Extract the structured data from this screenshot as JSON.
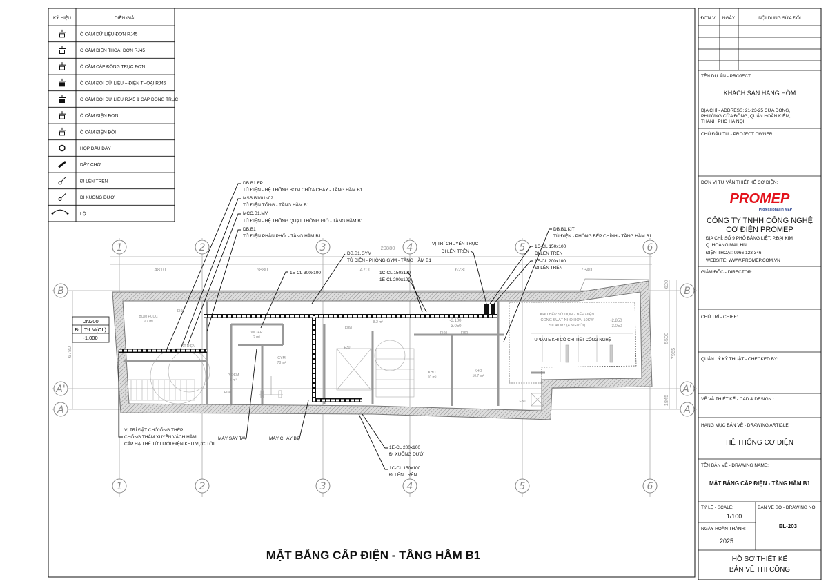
{
  "legend": {
    "header_symbol": "KÝ HIỆU",
    "header_desc": "DIỄN GIẢI",
    "items": [
      {
        "icon": "data-outlet-icon",
        "label": "Ô CẮM DỮ LIỆU ĐƠN RJ45"
      },
      {
        "icon": "phone-outlet-icon",
        "label": "Ô CẮM ĐIỆN THOẠI ĐƠN RJ45"
      },
      {
        "icon": "coax-outlet-icon",
        "label": "Ô CẮM CÁP ĐỒNG TRỤC ĐƠN"
      },
      {
        "icon": "double-data-phone-outlet-icon",
        "label": "Ô CẮM ĐÔI DỮ LIỆU + ĐIỆN THOẠI RJ45"
      },
      {
        "icon": "double-data-coax-outlet-icon",
        "label": "Ô CẮM ĐÔI DỮ LIỆU RJ45 & CÁP ĐỒNG TRỤC"
      },
      {
        "icon": "single-power-outlet-icon",
        "label": "Ô CẮM ĐIỆN ĐƠN"
      },
      {
        "icon": "double-power-outlet-icon",
        "label": "Ô CẮM ĐIỆN ĐÔI"
      },
      {
        "icon": "junction-box-icon",
        "label": "HỘP ĐẦU DÂY"
      },
      {
        "icon": "cable-stub-icon",
        "label": "DÂY CHỜ"
      },
      {
        "icon": "riser-up-icon",
        "label": "ĐI LÊN TRÊN"
      },
      {
        "icon": "riser-down-icon",
        "label": "ĐI XUỐNG DƯỚI"
      },
      {
        "icon": "circuit-arc-icon",
        "label": "LỘ"
      }
    ]
  },
  "grid": {
    "columns": [
      "1",
      "2",
      "3",
      "4",
      "5",
      "6"
    ],
    "rows": [
      "B",
      "A'",
      "A"
    ],
    "dims_top": [
      "4810",
      "5880",
      "29880",
      "4700",
      "6230",
      "7340"
    ],
    "dim_left": "6780",
    "dims_right": [
      "620",
      "5500",
      "7965",
      "1845"
    ]
  },
  "pipe_tag": {
    "size": "DN200",
    "code_a": "Đ",
    "code_b": "T-LM(OL)",
    "level": "-1.000"
  },
  "annotations": {
    "fp": [
      "DB.B1.FP",
      "TỦ ĐIỆN - HỆ THỐNG BƠM CHỮA CHÁY - TẦNG HẦM B1"
    ],
    "msb": [
      "MSB.B1/01~02",
      "TỦ ĐIỆN TỔNG - TẦNG HẦM B1"
    ],
    "mcc": [
      "MCC.B1.MV",
      "TỦ ĐIỆN - HỆ THỐNG QUẠT THÔNG GIÓ - TẦNG HẦM B1"
    ],
    "db": [
      "DB.B1",
      "TỦ ĐIỆN PHÂN PHỐI - TẦNG HẦM B1"
    ],
    "gym": [
      "DB.B1.GYM",
      "TỦ ĐIỆN - PHÒNG GYM - TẦNG HẦM B1"
    ],
    "kit": [
      "DB.B1.KIT",
      "TỦ ĐIỆN - PHÒNG BẾP CHÍNH - TẦNG HẦM B1"
    ],
    "tray300": "1E-CL 300x100",
    "tray_pair": [
      "1C-CL 150x100",
      "1E-CL 200x100"
    ],
    "riser_pos": [
      "VỊ TRÍ CHUYỂN TRỤC",
      "ĐI LÊN TRÊN"
    ],
    "riser_top": [
      "1C-CL 150x100",
      "ĐI LÊN TRÊN",
      "1E-CL 200x100",
      "ĐI LÊN TRÊN"
    ],
    "sleeve": [
      "VỊ TRÍ ĐẶT CHỜ ỐNG THÉP",
      "CHỐNG THẤM XUYÊN VÁCH HẦM",
      "CÁP HẠ THẾ TỪ LƯỚI ĐIỆN KHU VỰC TỚI"
    ],
    "hand_dryer": "MÁY SẤY TAY",
    "treadmill": "MÁY CHẠY BỘ",
    "riser_bottom": [
      "1E-CL 200x100",
      "ĐI XUỐNG DƯỚI",
      "1C-CL 150x100",
      "ĐI LÊN TRÊN"
    ]
  },
  "rooms": {
    "pump": [
      "BƠM PCCC",
      "9.7 m²"
    ],
    "wc": [
      "WC-ER",
      "2 m²"
    ],
    "lobby": [
      "P. ĐỆM",
      "3 m²"
    ],
    "gym": [
      "GYM",
      "78 m²"
    ],
    "hall": "8.2 m²",
    "store1": [
      "KHO",
      "10 m²"
    ],
    "store2": [
      "KHO",
      "10.7 m²"
    ],
    "elec": "KT ĐIỆN",
    "door_e160": "EI60",
    "door_e30": "E30",
    "kitchen": [
      "KHU BẾP SỬ DỤNG BẾP ĐIỆN",
      "CÔNG SUẤT NHỎ HƠN 10KW",
      "S= 40 M2 (4 NGƯỜI)"
    ],
    "kitchen_note": "UPDATE KHI CÓ CHI TIẾT CÔNG NGHỆ",
    "level_kitchen": [
      "-2.850",
      "-3.050"
    ],
    "level_hall": [
      "-3.100",
      "-3.050"
    ]
  },
  "drawing_title": "MẶT BẰNG CẤP ĐIỆN - TẦNG HẦM B1",
  "title_block": {
    "rev_headers": [
      "ĐƠN VỊ",
      "NGÀY",
      "NỘI DUNG SỬA ĐỔI"
    ],
    "project_label": "TÊN DỰ ÁN - PROJECT:",
    "project_name": "KHÁCH SẠN HÀNG HÒM",
    "address": [
      "ĐỊA CHỈ - ADDRESS: 21-23-25 CỬA ĐÔNG,",
      "PHƯỜNG CỬA ĐÔNG, QUẬN HOÀN KIẾM,",
      "THÀNH PHỐ HÀ NỘI"
    ],
    "owner_label": "CHỦ ĐẦU TƯ - PROJECT OWNER:",
    "consultant_label": "ĐƠN VỊ TƯ VẤN THIẾT KẾ CƠ ĐIỆN:",
    "logo_text": "PROMEP",
    "logo_tagline": "Professional in MEP",
    "company": [
      "CÔNG TY TNHH CÔNG NGHỆ",
      "CƠ ĐIỆN PROMEP"
    ],
    "company_info": [
      "ĐỊA CHỈ: SỐ 9 PHỐ BẰNG LIỆT, P.ĐẠI KIM",
      "Q. HOÀNG MAI, HN",
      "ĐIỆN THOẠI: 0966 123 346",
      "WEBSITE: WWW.PROMEP.COM.VN"
    ],
    "director_label": "GIÁM ĐỐC - DIRECTOR:",
    "chief_label": "CHỦ TRÌ - CHIEF:",
    "checked_label": "QUẢN LÝ KỸ THUẬT - CHECKED BY:",
    "cad_label": "VẼ VÀ THIẾT KẾ - CAD & DESIGN :",
    "article_label": "HẠNG MỤC BẢN VẼ - DRAWING ARTICLE:",
    "article": "HỆ THỐNG CƠ ĐIỆN",
    "name_label": "TÊN BẢN VẼ - DRAWING NAME:",
    "name": "MẶT BẰNG CẤP ĐIỆN - TẦNG HẦM B1",
    "scale_label": "TỶ LỆ - SCALE:",
    "scale": "1/100",
    "drawing_no_label": "BẢN VẼ SỐ - DRAWING NO:",
    "drawing_no": "EL-203",
    "date_label": "NGÀY HOÀN THÀNH:",
    "date": "2025",
    "stage": [
      "HỒ SƠ THIẾT KẾ",
      "BẢN VẼ THI CÔNG"
    ],
    "logo_color": "#e3121b"
  }
}
